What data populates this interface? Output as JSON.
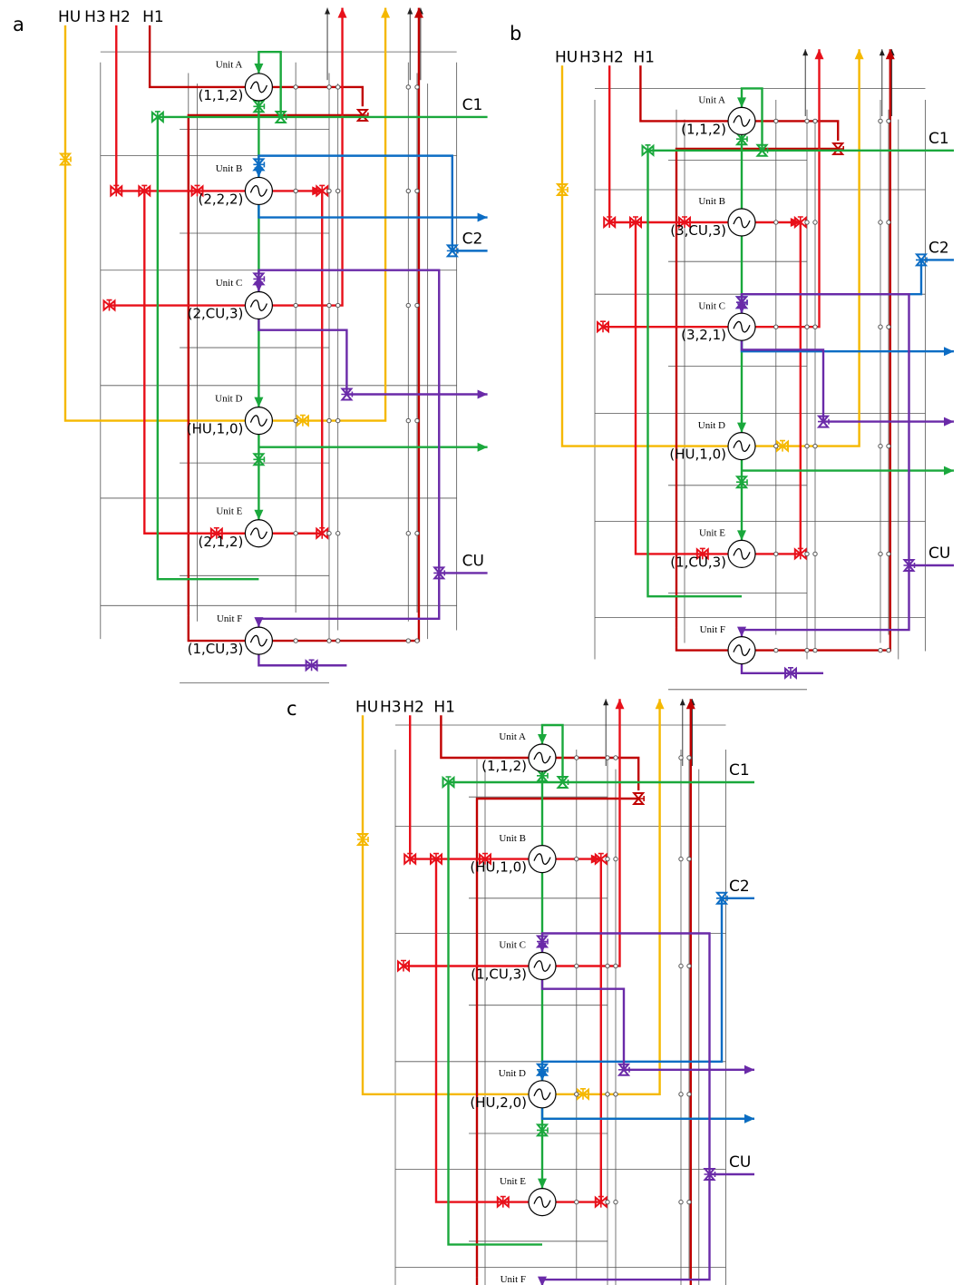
{
  "colors": {
    "HU": "#f5b800",
    "H1": "#c00000",
    "H2": "#e8101a",
    "H3": "#e8101a",
    "C1": "#1aa83c",
    "C2": "#0b6cc4",
    "CU": "#6a2aa8",
    "aux": "#555555"
  },
  "panels": [
    {
      "letter": "a",
      "hot_labels": [
        "HU",
        "H3",
        "H2",
        "H1"
      ],
      "cold_labels": [
        "C1",
        "C2",
        "CU"
      ],
      "units": [
        {
          "name": "Unit A",
          "assign": "(1,1,2)"
        },
        {
          "name": "Unit B",
          "assign": "(2,2,2)"
        },
        {
          "name": "Unit C",
          "assign": "(2,CU,3)"
        },
        {
          "name": "Unit D",
          "assign": "(HU,1,0)"
        },
        {
          "name": "Unit E",
          "assign": "(2,1,2)"
        },
        {
          "name": "Unit F",
          "assign": "(1,CU,3)"
        }
      ]
    },
    {
      "letter": "b",
      "hot_labels": [
        "HU",
        "H3",
        "H2",
        "H1"
      ],
      "cold_labels": [
        "C1",
        "C2",
        "CU"
      ],
      "units": [
        {
          "name": "Unit A",
          "assign": "(1,1,2)"
        },
        {
          "name": "Unit B",
          "assign": "(3,CU,3)"
        },
        {
          "name": "Unit C",
          "assign": "(3,2,1)"
        },
        {
          "name": "Unit D",
          "assign": "(HU,1,0)"
        },
        {
          "name": "Unit E",
          "assign": "(1,CU,3)"
        },
        {
          "name": "Unit F",
          "assign": ""
        }
      ]
    },
    {
      "letter": "c",
      "hot_labels": [
        "HU",
        "H3",
        "H2",
        "H1"
      ],
      "cold_labels": [
        "C1",
        "C2",
        "CU"
      ],
      "units": [
        {
          "name": "Unit A",
          "assign": "(1,1,2)"
        },
        {
          "name": "Unit B",
          "assign": "(HU,1,0)"
        },
        {
          "name": "Unit C",
          "assign": "(1,CU,3)"
        },
        {
          "name": "Unit D",
          "assign": "(HU,2,0)"
        },
        {
          "name": "Unit E",
          "assign": ""
        },
        {
          "name": "Unit F",
          "assign": ""
        }
      ]
    }
  ]
}
